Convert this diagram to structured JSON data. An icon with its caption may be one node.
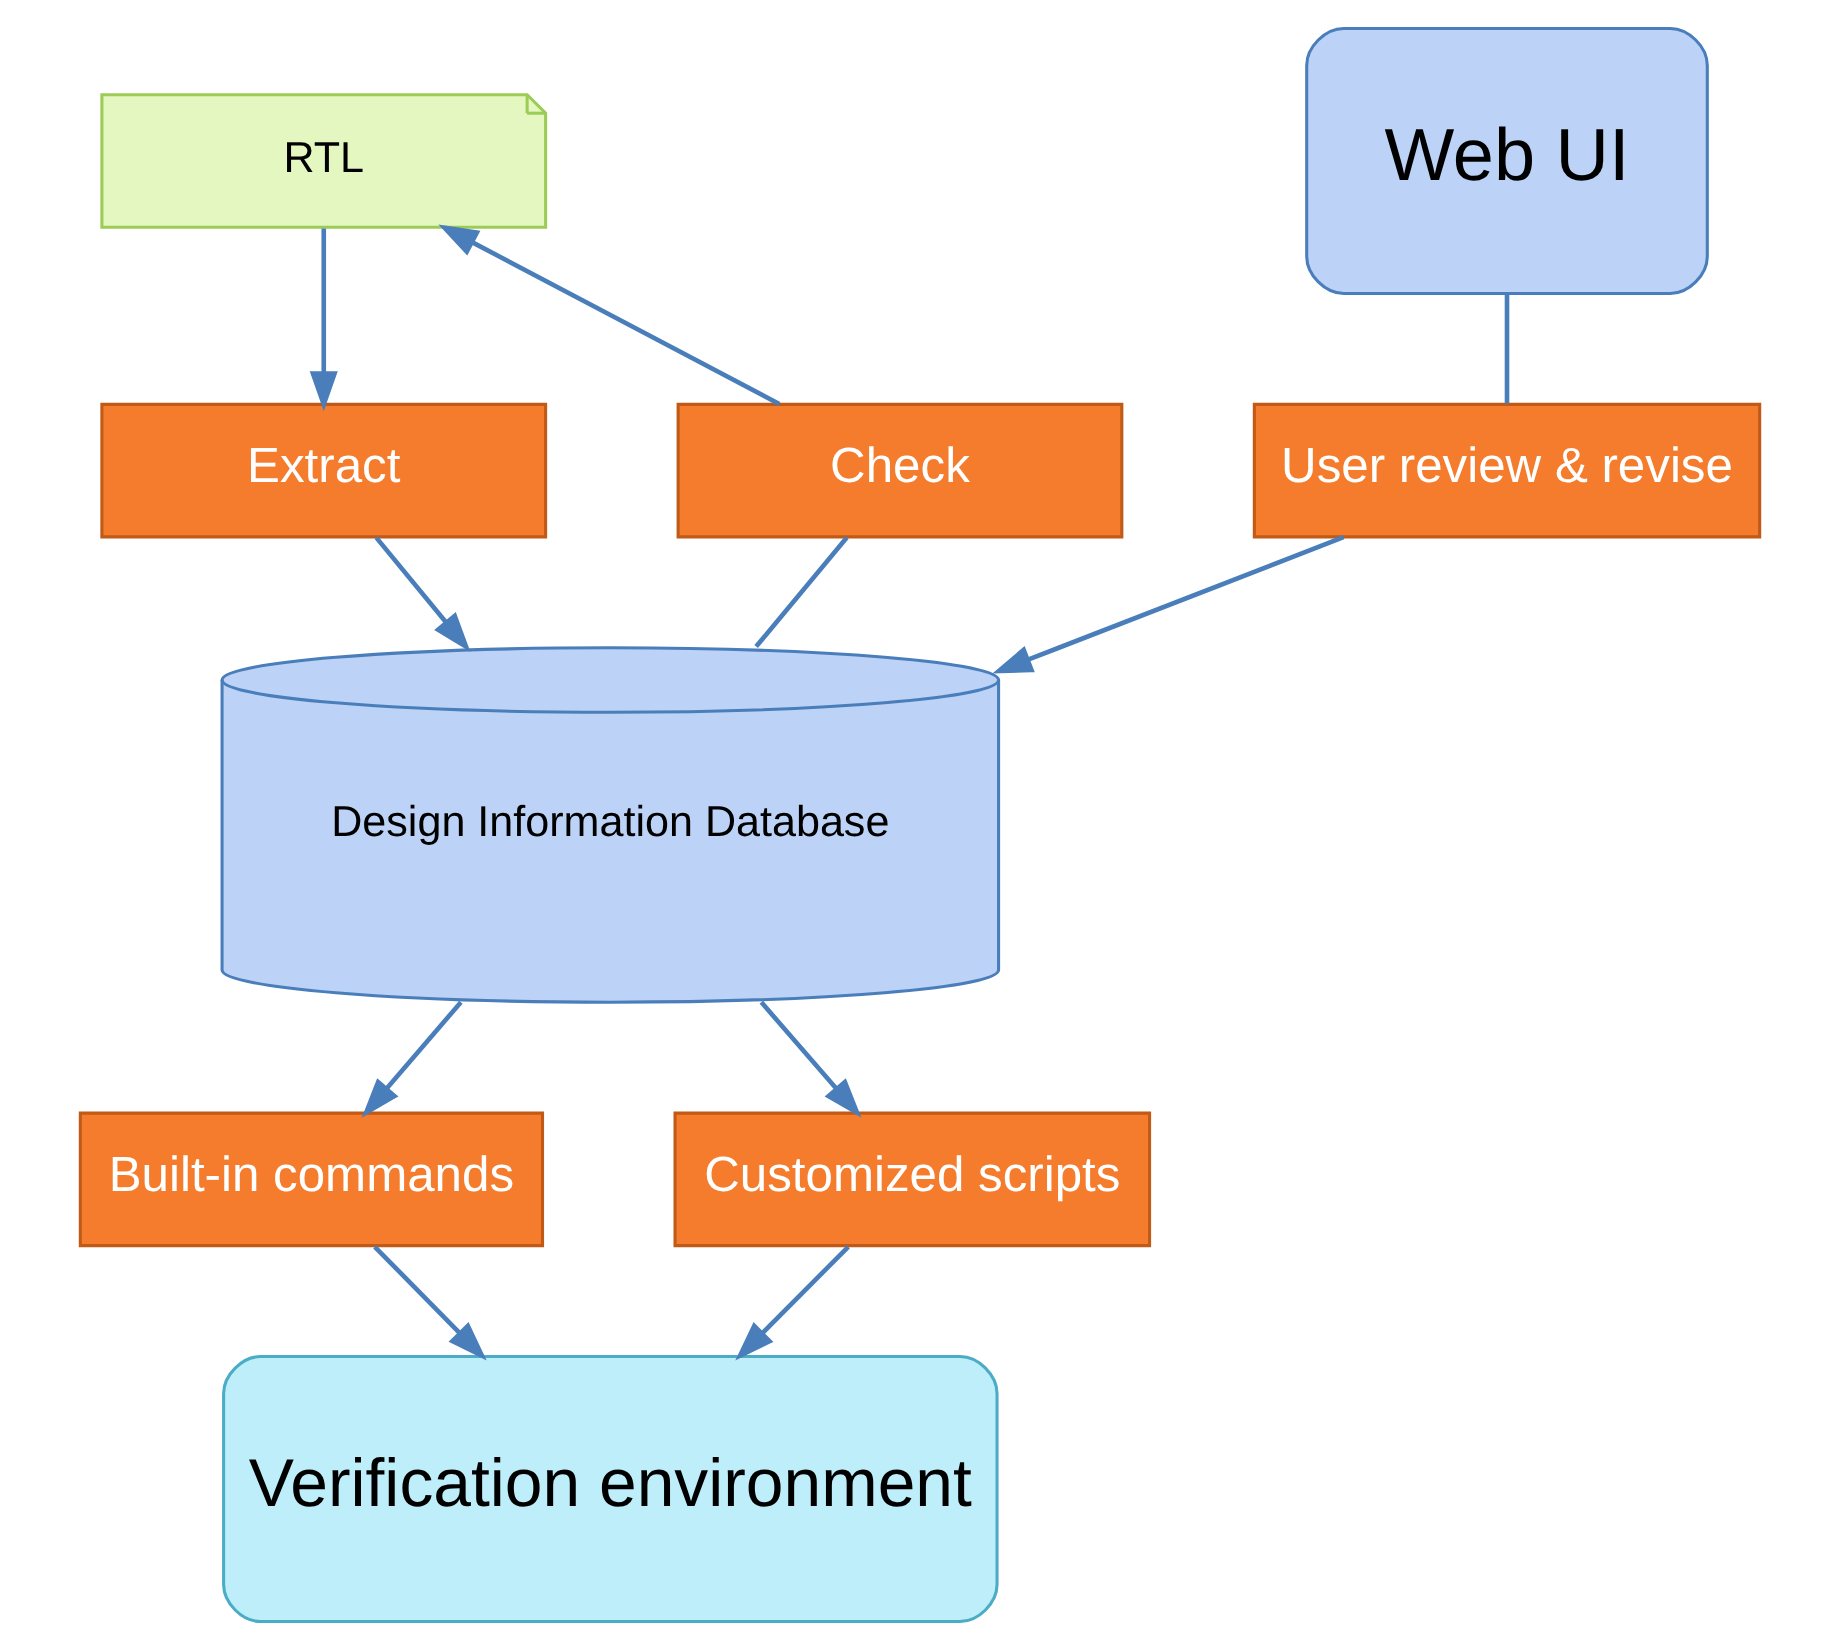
{
  "diagram": {
    "nodes": [
      {
        "text": [
          "RTL"
        ]
      },
      {
        "text": [
          "Extract"
        ]
      },
      {
        "text": [
          "Check"
        ]
      },
      {
        "text": [
          "Design Information Database"
        ]
      },
      {
        "text": [
          "Web UI"
        ]
      },
      {
        "text": [
          "User review & revise"
        ]
      },
      {
        "text": [
          "Built-in commands"
        ]
      },
      {
        "text": [
          "Customized scripts"
        ]
      },
      {
        "text": [
          "Verification environment"
        ]
      }
    ],
    "edges": [
      {
        "from": 0,
        "to": 1,
        "arrow": "to"
      },
      {
        "from": 1,
        "to": 3,
        "arrow": "to"
      },
      {
        "from": 3,
        "to": 2,
        "arrow": "none"
      },
      {
        "from": 2,
        "to": 0,
        "arrow": "to"
      },
      {
        "from": 4,
        "to": 5,
        "arrow": "none"
      },
      {
        "from": 5,
        "to": 3,
        "arrow": "to"
      },
      {
        "from": 3,
        "to": 6,
        "arrow": "to"
      },
      {
        "from": 3,
        "to": 7,
        "arrow": "to"
      },
      {
        "from": 6,
        "to": 8,
        "arrow": "to"
      },
      {
        "from": 7,
        "to": 8,
        "arrow": "to"
      }
    ]
  }
}
